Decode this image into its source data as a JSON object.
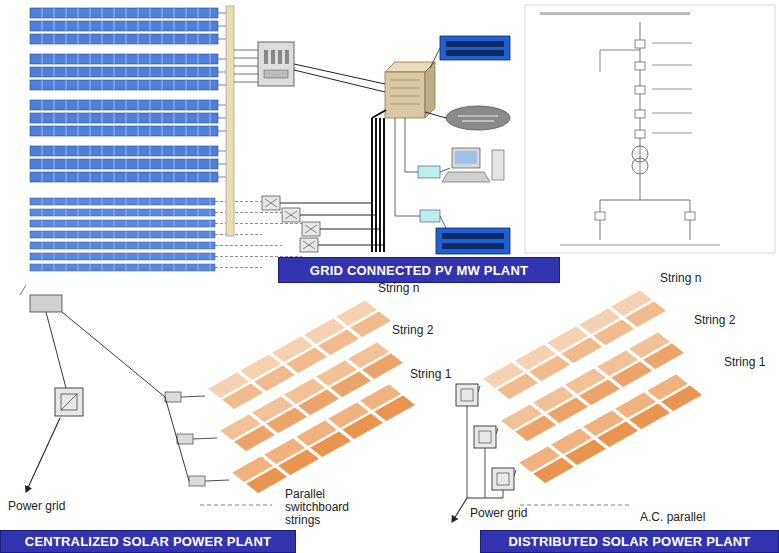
{
  "diagram": {
    "nodes": [
      {
        "text": [
          "GRID CONNECTED PV MW PLANT"
        ]
      },
      {
        "text": [
          "CENTRALIZED SOLAR POWER PLANT"
        ]
      },
      {
        "text": [
          "DISTRIBUTED SOLAR POWER PLANT"
        ]
      }
    ],
    "labels": [
      "String n",
      "String 2",
      "String 1",
      "Parallel switchboard strings",
      "Power grid",
      "String n",
      "String 2",
      "String 1",
      "Power grid",
      "A.C. parallel"
    ]
  }
}
